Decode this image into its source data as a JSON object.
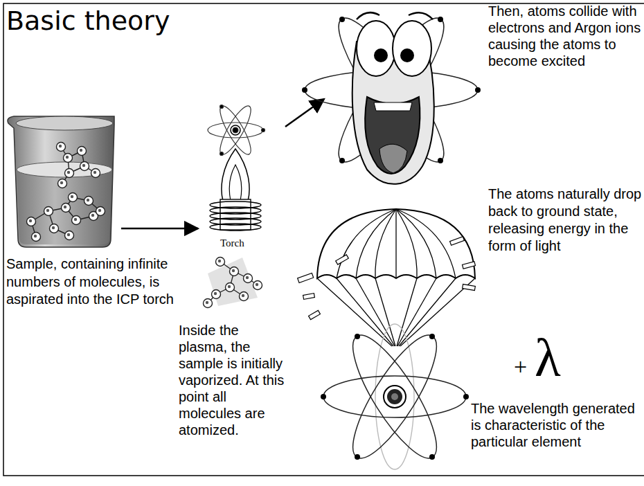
{
  "diagram": {
    "title": "Basic theory",
    "labels": [
      "Then, atoms collide with electrons and Argon ions causing the atoms to become excited",
      "Torch",
      "Sample, containing infinite numbers of molecules, is aspirated into the ICP torch",
      "The atoms naturally drop back to ground state, releasing energy in the form of light",
      "Inside the plasma, the sample is initially vaporized. At this point all molecules are atomized.",
      "+",
      "λ",
      "The wavelength generated is characteristic of the particular element"
    ]
  }
}
